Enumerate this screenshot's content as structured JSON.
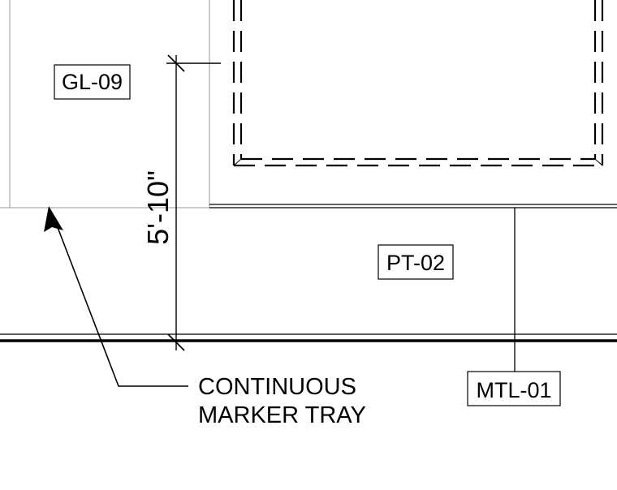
{
  "tags": {
    "glass": "GL-09",
    "paint": "PT-02",
    "metal": "MTL-01"
  },
  "dimension": {
    "label": "5'-10\""
  },
  "note": {
    "line1": "CONTINUOUS",
    "line2": "MARKER TRAY"
  },
  "colors": {
    "line": "#000000",
    "light_line": "#9a9a9a",
    "background": "#ffffff"
  }
}
